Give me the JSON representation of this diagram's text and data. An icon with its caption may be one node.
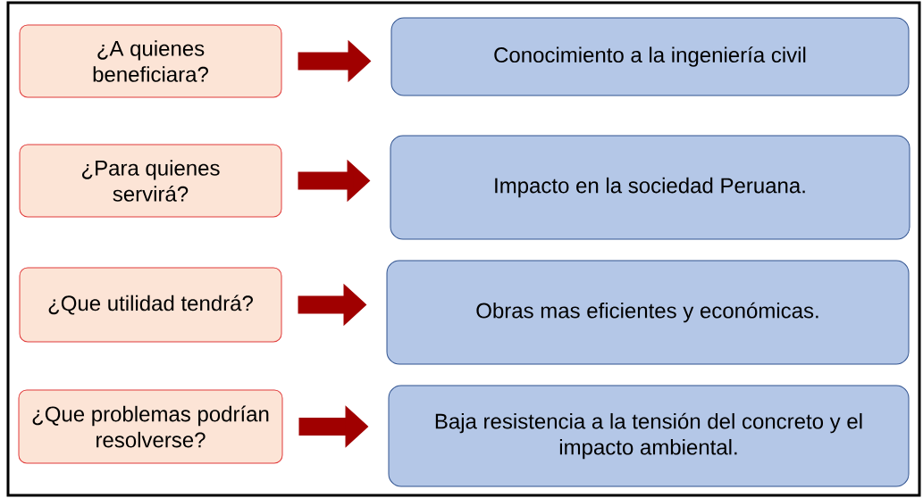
{
  "diagram": {
    "nodes": [
      {
        "text": [
          "¿A quienes beneficiara?"
        ]
      },
      {
        "text": [
          "Conocimiento a la ingeniería civil"
        ]
      },
      {
        "text": [
          "¿Para quienes servirá?"
        ]
      },
      {
        "text": [
          "Impacto en la sociedad Peruana."
        ]
      },
      {
        "text": [
          "¿Que utilidad tendrá?"
        ]
      },
      {
        "text": [
          "Obras mas eficientes y económicas."
        ]
      },
      {
        "text": [
          "¿Que problemas podrían resolverse?"
        ]
      },
      {
        "text": [
          "Baja resistencia a la tensión del concreto y el impacto ambiental."
        ]
      }
    ],
    "edges": [
      {
        "from": 0,
        "to": 1,
        "arrow": "to"
      },
      {
        "from": 2,
        "to": 3,
        "arrow": "to"
      },
      {
        "from": 4,
        "to": 5,
        "arrow": "to"
      },
      {
        "from": 6,
        "to": 7,
        "arrow": "to"
      }
    ]
  }
}
